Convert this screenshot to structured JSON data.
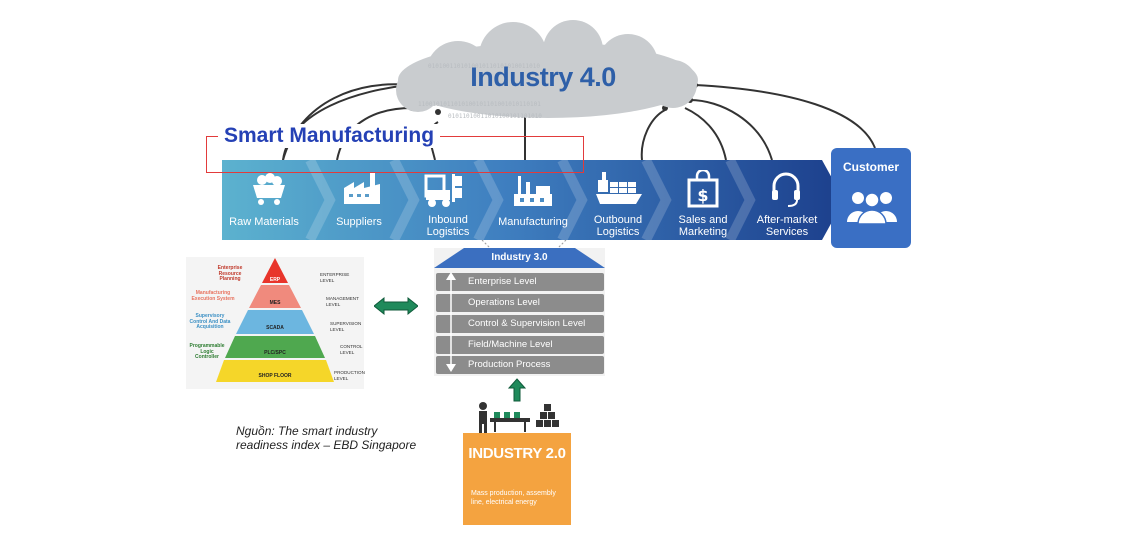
{
  "cloud": {
    "title": "Industry 4.0"
  },
  "smart_manufacturing": {
    "title": "Smart Manufacturing"
  },
  "value_chain": {
    "stages": [
      {
        "label": "Raw Materials",
        "icon": "mine-cart-icon"
      },
      {
        "label": "Suppliers",
        "icon": "factory-icon"
      },
      {
        "label": "Inbound Logistics",
        "icon": "forklift-icon"
      },
      {
        "label": "Manufacturing",
        "icon": "plant-icon"
      },
      {
        "label": "Outbound Logistics",
        "icon": "cargo-ship-icon"
      },
      {
        "label": "Sales and Marketing",
        "icon": "shopping-bag-icon"
      },
      {
        "label": "After-market Services",
        "icon": "headset-icon"
      }
    ],
    "customer": {
      "label": "Customer",
      "icon": "people-icon"
    }
  },
  "pyramid": {
    "levels": [
      {
        "name": "ERP",
        "color": "#e8352b",
        "left_label": "Enterprise Resource Planning",
        "right_label": "ENTERPRISE LEVEL"
      },
      {
        "name": "MES",
        "color": "#f08a7d",
        "left_label": "Manufacturing Execution System",
        "right_label": "MANAGEMENT LEVEL"
      },
      {
        "name": "SCADA",
        "color": "#6cb6e0",
        "left_label": "Supervisory Control And Data Acquisition",
        "right_label": "SUPERVISION LEVEL"
      },
      {
        "name": "PLC/SPC",
        "color": "#4fa84f",
        "left_label": "Programmable Logic Controller",
        "right_label": "CONTROL LEVEL"
      },
      {
        "name": "SHOP FLOOR",
        "color": "#f5d629",
        "left_label": "",
        "right_label": "PRODUCTION LEVEL"
      }
    ]
  },
  "industry3": {
    "title": "Industry 3.0",
    "levels": [
      "Enterprise Level",
      "Operations Level",
      "Control & Supervision Level",
      "Field/Machine Level",
      "Production Process"
    ]
  },
  "industry2": {
    "title": "INDUSTRY 2.0",
    "description": "Mass production, assembly line, electrical energy"
  },
  "source": {
    "line1": "Nguồn: The smart industry",
    "line2": "readiness index – EBD Singapore"
  },
  "colors": {
    "brand_blue": "#2e5fa8",
    "accent_red": "#e23b3b",
    "arrow_green": "#1f8a5b",
    "industry2_orange": "#f4a340"
  }
}
